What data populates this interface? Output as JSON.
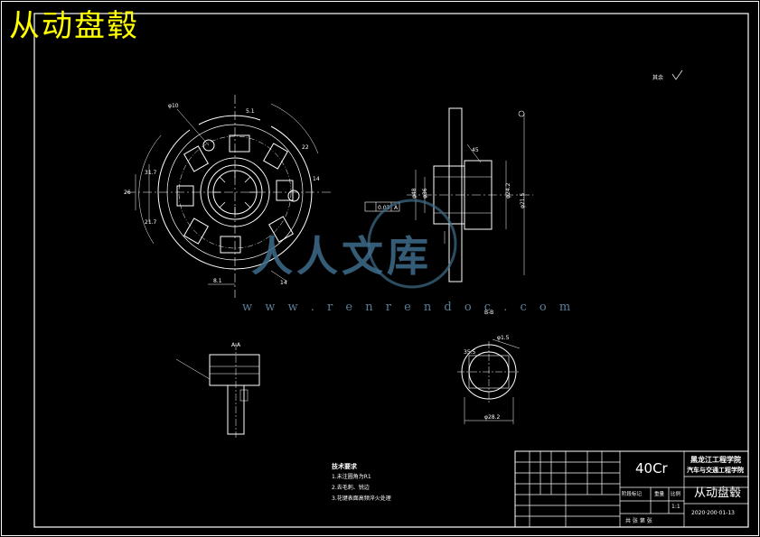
{
  "title": "从动盘毂",
  "watermark": {
    "logo": "人人文库",
    "url": "w w w . r e n r e n d o c . c o m"
  },
  "technical_requirements": {
    "heading": "技术要求",
    "items": [
      "1.未注圆角为R1",
      "2.去毛刺、锐边",
      "3.花键表面高频淬火处理"
    ]
  },
  "title_block": {
    "material": "40Cr",
    "school_line1": "黑龙江工程学院",
    "school_line2": "汽车与交通工程学院",
    "part_name": "从动盘毂",
    "drawing_no": "2020·200·01-13",
    "scale": "1:1",
    "stage_label": "阶段标记",
    "weight_label": "重量",
    "scale_label": "比例",
    "sheet_info": "共 张 第 张"
  },
  "drawing_labels": {
    "section_a": "A-A",
    "section_b": "B-B",
    "surface_finish": "其余"
  }
}
